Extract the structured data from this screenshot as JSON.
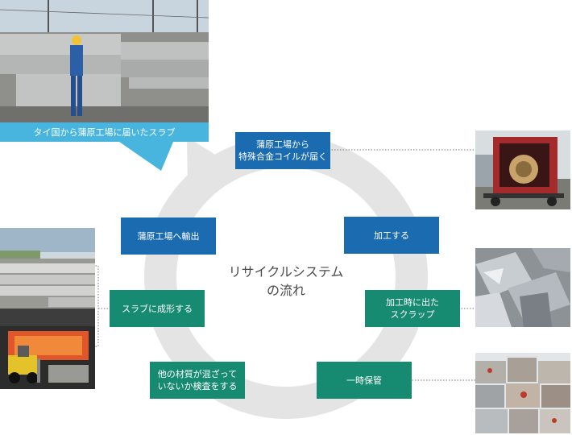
{
  "caption": "タイ国から蒲原工場に届いたスラブ",
  "center_title": "リサイクルシステム\nの流れ",
  "steps": [
    {
      "label": "蒲原工場から\n特殊合金コイルが届く",
      "color": "#1a6bb0"
    },
    {
      "label": "加工する",
      "color": "#1a6bb0"
    },
    {
      "label": "加工時に出た\nスクラップ",
      "color": "#178a72"
    },
    {
      "label": "一時保管",
      "color": "#178a72"
    },
    {
      "label": "他の材質が混ざって\nいないか検査をする",
      "color": "#178a72"
    },
    {
      "label": "スラブに成形する",
      "color": "#178a72"
    },
    {
      "label": "蒲原工場へ輸出",
      "color": "#1a6bb0"
    }
  ],
  "colors": {
    "ring": "#e4e4e4",
    "caption_bg": "#47b5de",
    "connector": "#777777"
  },
  "photos": [
    {
      "name": "photo-slab-yard",
      "icon": "aluminum-slab-stack-worker"
    },
    {
      "name": "photo-coil-truck",
      "icon": "container-truck-coil"
    },
    {
      "name": "photo-scrap-pile",
      "icon": "metal-scrap"
    },
    {
      "name": "photo-bales",
      "icon": "scrap-bales"
    },
    {
      "name": "photo-slab-storage",
      "icon": "slab-storage"
    },
    {
      "name": "photo-forklift-furnace",
      "icon": "forklift-furnace"
    }
  ]
}
